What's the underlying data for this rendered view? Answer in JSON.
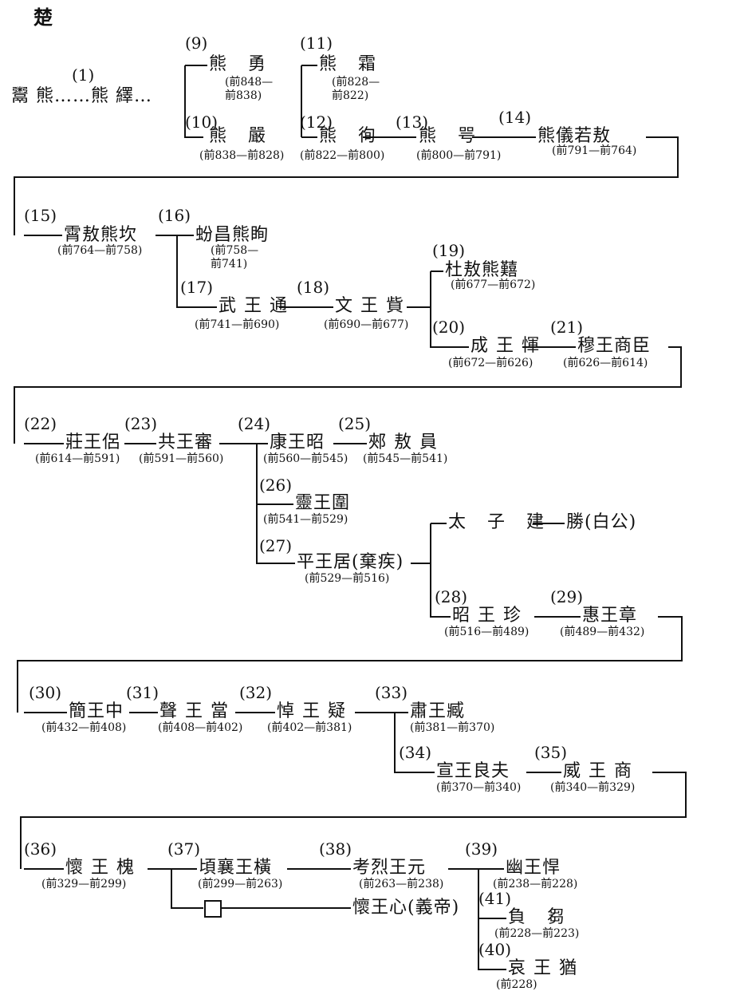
{
  "title": "楚",
  "nodes": [
    {
      "id": "yuxiong",
      "name": "鬻 熊……熊 繹…"
    },
    {
      "id": "n1",
      "num": "(1)"
    },
    {
      "id": "n9",
      "num": "(9)",
      "name": "熊 勇",
      "years": "(前848—",
      "years2": "前838)"
    },
    {
      "id": "n10",
      "num": "(10)",
      "name": "熊 嚴",
      "years": "(前838—前828)"
    },
    {
      "id": "n11",
      "num": "(11)",
      "name": "熊 霜",
      "years": "(前828—",
      "years2": "前822)"
    },
    {
      "id": "n12",
      "num": "(12)",
      "name": "熊 徇",
      "years": "(前822—前800)"
    },
    {
      "id": "n13",
      "num": "(13)",
      "name": "熊 咢",
      "years": "(前800—前791)"
    },
    {
      "id": "n14",
      "num": "(14)",
      "name": "熊儀若敖",
      "years": "(前791—前764)"
    },
    {
      "id": "n15",
      "num": "(15)",
      "name": "霄敖熊坎",
      "years": "(前764—前758)"
    },
    {
      "id": "n16",
      "num": "(16)",
      "name": "蚡昌熊眴",
      "years": "(前758—",
      "years2": "前741)"
    },
    {
      "id": "n17",
      "num": "(17)",
      "name": "武王通",
      "years": "(前741—前690)"
    },
    {
      "id": "n18",
      "num": "(18)",
      "name": "文王貲",
      "years": "(前690—前677)"
    },
    {
      "id": "n19",
      "num": "(19)",
      "name": "杜敖熊囏",
      "years": "(前677—前672)"
    },
    {
      "id": "n20",
      "num": "(20)",
      "name": "成王惲",
      "years": "(前672—前626)"
    },
    {
      "id": "n21",
      "num": "(21)",
      "name": "穆王商臣",
      "years": "(前626—前614)"
    },
    {
      "id": "n22",
      "num": "(22)",
      "name": "莊王侶",
      "years": "(前614—前591)"
    },
    {
      "id": "n23",
      "num": "(23)",
      "name": "共王審",
      "years": "(前591—前560)"
    },
    {
      "id": "n24",
      "num": "(24)",
      "name": "康王昭",
      "years": "(前560—前545)"
    },
    {
      "id": "n25",
      "num": "(25)",
      "name": "郟敖員",
      "years": "(前545—前541)"
    },
    {
      "id": "n26",
      "num": "(26)",
      "name": "靈王圍",
      "years": "(前541—前529)"
    },
    {
      "id": "n27",
      "num": "(27)",
      "name": "平王居(棄疾)",
      "years": "(前529—前516)"
    },
    {
      "id": "jian",
      "name": "太 子 建",
      "child": "勝(白公)"
    },
    {
      "id": "n28",
      "num": "(28)",
      "name": "昭王珍",
      "years": "(前516—前489)"
    },
    {
      "id": "n29",
      "num": "(29)",
      "name": "惠王章",
      "years": "(前489—前432)"
    },
    {
      "id": "n30",
      "num": "(30)",
      "name": "簡王中",
      "years": "(前432—前408)"
    },
    {
      "id": "n31",
      "num": "(31)",
      "name": "聲王當",
      "years": "(前408—前402)"
    },
    {
      "id": "n32",
      "num": "(32)",
      "name": "悼王疑",
      "years": "(前402—前381)"
    },
    {
      "id": "n33",
      "num": "(33)",
      "name": "肅王臧",
      "years": "(前381—前370)"
    },
    {
      "id": "n34",
      "num": "(34)",
      "name": "宣王良夫",
      "years": "(前370—前340)"
    },
    {
      "id": "n35",
      "num": "(35)",
      "name": "威王商",
      "years": "(前340—前329)"
    },
    {
      "id": "n36",
      "num": "(36)",
      "name": "懷王槐",
      "years": "(前329—前299)"
    },
    {
      "id": "n37",
      "num": "(37)",
      "name": "頃襄王橫",
      "years": "(前299—前263)"
    },
    {
      "id": "n38",
      "num": "(38)",
      "name": "考烈王元",
      "years": "(前263—前238)"
    },
    {
      "id": "n39",
      "num": "(39)",
      "name": "幽王悍",
      "years": "(前238—前228)"
    },
    {
      "id": "n41",
      "num": "(41)",
      "name": "負 芻",
      "years": "(前228—前223)"
    },
    {
      "id": "n40",
      "num": "(40)",
      "name": "哀王猶",
      "years": "(前228)"
    },
    {
      "id": "yidi",
      "name": "懷王心(義帝)"
    }
  ]
}
